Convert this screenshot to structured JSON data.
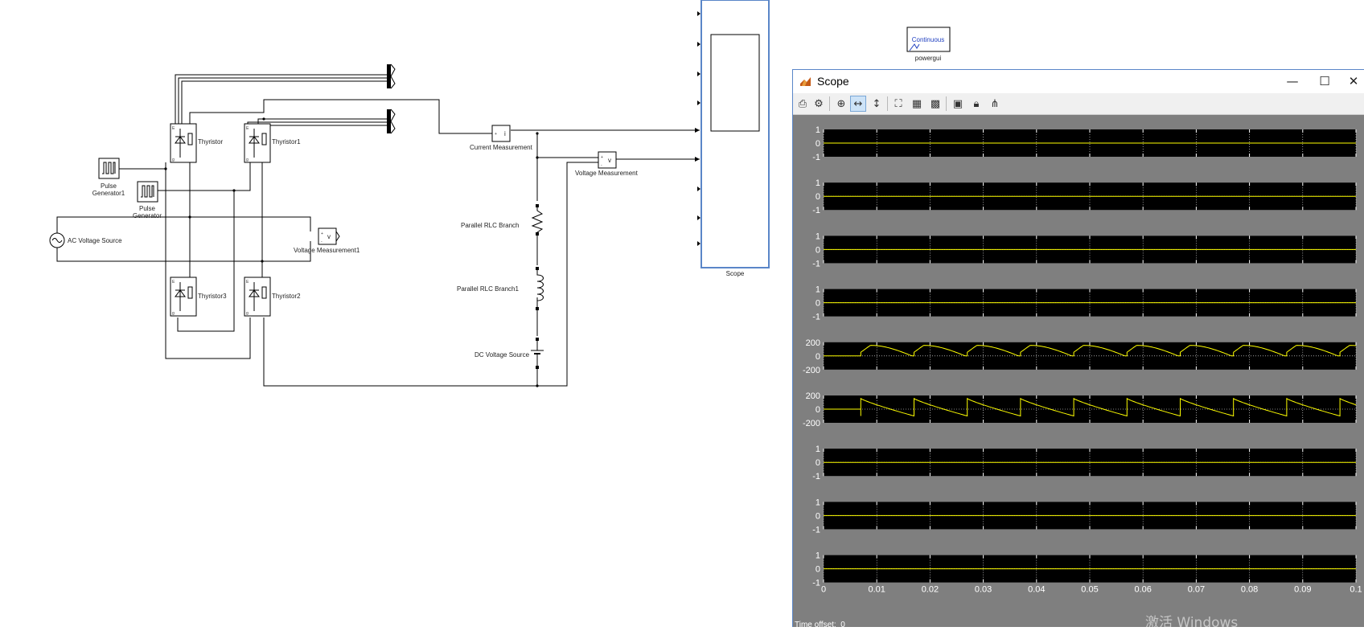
{
  "model": {
    "blocks": {
      "thyristor": "Thyristor",
      "thyristor1": "Thyristor1",
      "thyristor2": "Thyristor2",
      "thyristor3": "Thyristor3",
      "pulse_generator1_line1": "Pulse",
      "pulse_generator1_line2": "Generator1",
      "pulse_generator_line1": "Pulse",
      "pulse_generator_line2": "Generator",
      "ac_source": "AC Voltage Source",
      "voltage_measurement1": "Voltage Measurement1",
      "current_measurement": "Current Measurement",
      "voltage_measurement": "Voltage Measurement",
      "rlc_branch": "Parallel RLC Branch",
      "rlc_branch1": "Parallel RLC Branch1",
      "dc_source": "DC Voltage Source",
      "scope": "Scope",
      "powergui_block_text": "Continuous",
      "powergui": "powergui",
      "vm_port": "v",
      "cm_port": "i"
    }
  },
  "scope_window": {
    "title": "Scope",
    "minimize": "—",
    "maximize": "☐",
    "close": "✕",
    "time_offset_label": "Time offset:",
    "time_offset_value": "0",
    "toolbar": [
      "print-icon",
      "params-icon",
      "zoom-in-icon",
      "zoom-x-icon",
      "zoom-y-icon",
      "autoscale-icon",
      "save-axes-icon",
      "restore-axes-icon",
      "floating-scope-icon",
      "lock-icon",
      "signal-selector-icon"
    ]
  },
  "chart_data": {
    "type": "line",
    "x_ticks": [
      "0",
      "0.01",
      "0.02",
      "0.03",
      "0.04",
      "0.05",
      "0.06",
      "0.07",
      "0.08",
      "0.09",
      "0.1"
    ],
    "xlim": [
      0,
      0.1
    ],
    "grid": true,
    "axes": [
      {
        "y_ticks": [
          "1",
          "0",
          "-1"
        ],
        "ylim": [
          -1,
          1
        ],
        "shape": "flat",
        "y": 0
      },
      {
        "y_ticks": [
          "1",
          "0",
          "-1"
        ],
        "ylim": [
          -1,
          1
        ],
        "shape": "flat",
        "y": 0
      },
      {
        "y_ticks": [
          "1",
          "0",
          "-1"
        ],
        "ylim": [
          -1,
          1
        ],
        "shape": "flat",
        "y": 0
      },
      {
        "y_ticks": [
          "1",
          "0",
          "-1"
        ],
        "ylim": [
          -1,
          1
        ],
        "shape": "flat",
        "y": 0
      },
      {
        "y_ticks": [
          "200",
          "0",
          "-200"
        ],
        "ylim": [
          -200,
          200
        ],
        "shape": "rectified",
        "start": 0.007,
        "period": 0.01,
        "peak": 155,
        "floor": 0
      },
      {
        "y_ticks": [
          "200",
          "0",
          "-200"
        ],
        "ylim": [
          -200,
          200
        ],
        "shape": "sawtooth",
        "start": 0.007,
        "period": 0.01,
        "peak": 155,
        "floor": -100
      },
      {
        "y_ticks": [
          "1",
          "0",
          "-1"
        ],
        "ylim": [
          -1,
          1
        ],
        "shape": "flat",
        "y": 0
      },
      {
        "y_ticks": [
          "1",
          "0",
          "-1"
        ],
        "ylim": [
          -1,
          1
        ],
        "shape": "flat",
        "y": 0
      },
      {
        "y_ticks": [
          "1",
          "0",
          "-1"
        ],
        "ylim": [
          -1,
          1
        ],
        "shape": "flat",
        "y": 0
      }
    ],
    "line_color": "#ffff00",
    "axes_bg": "#000000",
    "figure_bg": "#7f7f7f",
    "grid_color": "#ffffff"
  },
  "taskbar_watermark": "激活 Windows"
}
